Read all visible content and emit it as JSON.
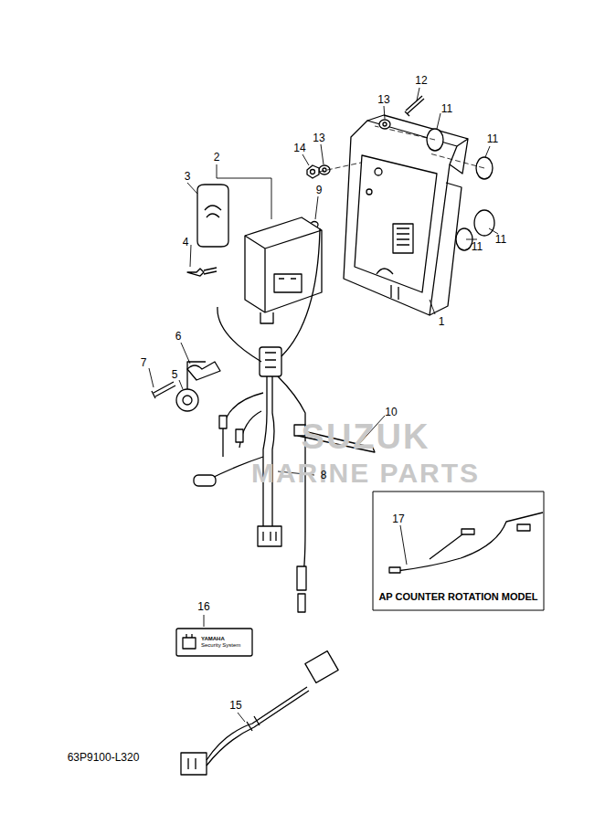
{
  "diagram": {
    "nodes": [
      {
        "text": [
          "AP COUNTER ROTATION MODEL"
        ]
      },
      {
        "text": [
          "YAMAHA",
          "Security System"
        ]
      }
    ],
    "labels": [
      "1",
      "2",
      "3",
      "4",
      "5",
      "6",
      "7",
      "8",
      "9",
      "10",
      "11",
      "11",
      "11",
      "11",
      "12",
      "13",
      "13",
      "14",
      "15",
      "16",
      "17",
      "63P9100-L320",
      "SUZUK",
      "MARINE PARTS"
    ]
  }
}
